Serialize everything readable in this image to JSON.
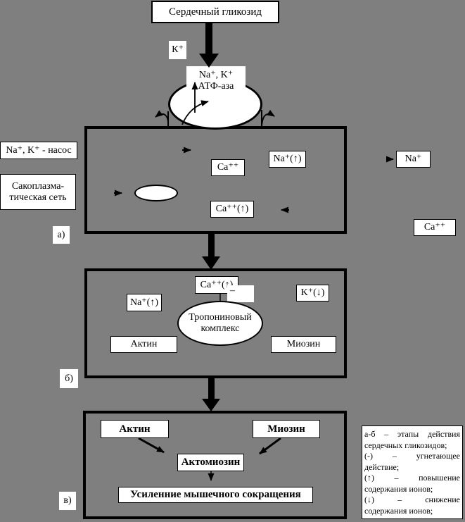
{
  "colors": {
    "background": "#7f7f7f",
    "box_fill": "#ffffff",
    "line": "#000000"
  },
  "top": {
    "glycoside": "Сердечный гликозид",
    "k_label": "К⁺",
    "atpase_line1": "Na⁺, K⁺",
    "atpase_line2": "АТФ-аза"
  },
  "left_labels": {
    "pump": "Na⁺, K⁺ - насос",
    "sr_line1": "Сакоплазма-",
    "sr_line2": "тическая сеть",
    "stage_a": "а)",
    "stage_b": "б)",
    "stage_v": "в)"
  },
  "box_a": {
    "ca": "Ca⁺⁺",
    "na_up": "Na⁺(↑)",
    "ca_up": "Ca⁺⁺(↑)"
  },
  "right_labels": {
    "na": "Na⁺",
    "ca": "Ca⁺⁺"
  },
  "box_b": {
    "ca_up": "Ca⁺⁺(↑)",
    "minus": "–",
    "na_up": "Na⁺(↑)",
    "k_down": "K⁺(↓)",
    "troponin_line1": "Тропониновый",
    "troponin_line2": "комплекс",
    "actin": "Актин",
    "myosin": "Миозин"
  },
  "box_v": {
    "actin": "Актин",
    "myosin": "Миозин",
    "actomyosin": "Актомиозин",
    "result": "Усиленние мышечного сокращения"
  },
  "legend": {
    "lines": [
      "а-б – этапы действия",
      "сердечных гликозидов;",
      "(-) – угнетающее",
      "действие;",
      "(↑) – повышение",
      "содержания ионов;",
      "(↓) – снижение",
      "содержания ионов;"
    ]
  }
}
